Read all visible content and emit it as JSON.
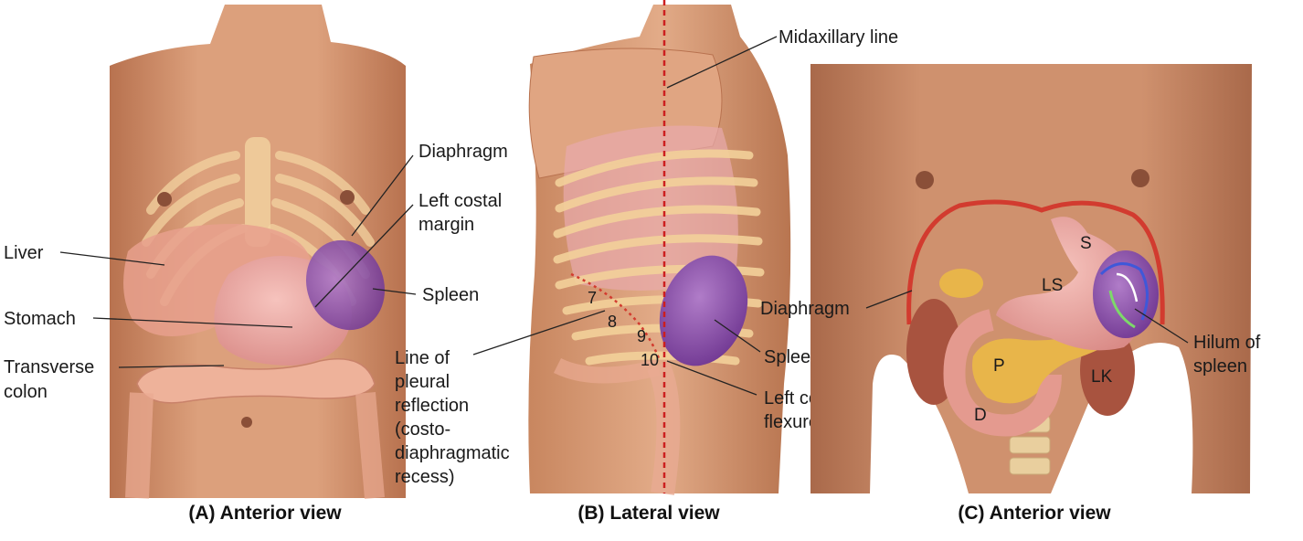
{
  "panels": {
    "a": {
      "caption": "(A) Anterior view"
    },
    "b": {
      "caption": "(B) Lateral view"
    },
    "c": {
      "caption": "(C) Anterior view"
    }
  },
  "labels_a": {
    "diaphragm": "Diaphragm",
    "left_costal_1": "Left costal",
    "left_costal_2": "margin",
    "liver": "Liver",
    "spleen": "Spleen",
    "stomach": "Stomach",
    "transverse_1": "Transverse",
    "transverse_2": "colon"
  },
  "labels_b": {
    "midaxillary": "Midaxillary line",
    "pleural_1": "Line of",
    "pleural_2": "pleural",
    "pleural_3": "reflection",
    "pleural_4": "(costo-",
    "pleural_5": "diaphragmatic",
    "pleural_6": "recess)",
    "spleen": "Spleen",
    "colic_1": "Left colic",
    "colic_2": "flexure",
    "rib_7": "7",
    "rib_8": "8",
    "rib_9": "9",
    "rib_10": "10"
  },
  "labels_c": {
    "diaphragm": "Diaphragm",
    "hilum_1": "Hilum of",
    "hilum_2": "spleen",
    "s": "S",
    "ls": "LS",
    "p": "P",
    "lk": "LK",
    "d": "D"
  },
  "colors": {
    "skin": "#d99a78",
    "skin_dark": "#b8724f",
    "rib": "#f1c98a",
    "stomach": "#e9a7a3",
    "spleen": "#8a4fa6",
    "liver": "#a8533f",
    "pancreas": "#e8b54a",
    "diaphragm": "#d23b2f",
    "midaxillary": "#cc1f1f"
  }
}
